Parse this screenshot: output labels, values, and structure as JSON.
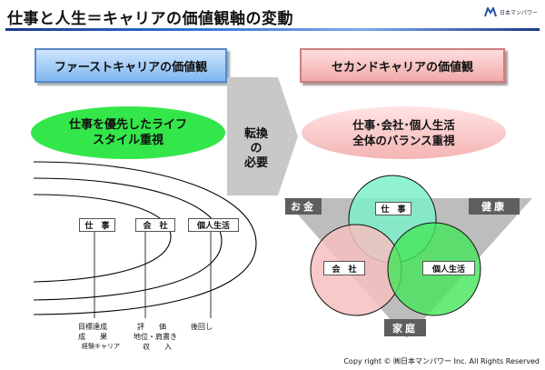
{
  "header": {
    "title": "仕事と人生＝キャリアの価値観軸の変動",
    "logo_text": "日本マンパワー"
  },
  "left": {
    "banner": "ファーストキャリアの価値観",
    "oval_line1": "仕事を優先したライフ",
    "oval_line2": "スタイル重視",
    "boxes": [
      "仕　事",
      "会　社",
      "個人生活"
    ],
    "notes": {
      "col1_line1": "目標達成",
      "col1_line2": "成　　果",
      "col1_line3": "経験キャリア",
      "col2_line1": "評　　価",
      "col2_line2": "地位・肩書き",
      "col2_line3": "収　　入",
      "col3_line1": "後回し"
    }
  },
  "middle": {
    "line1": "転換",
    "line2": "の",
    "line3": "必要"
  },
  "right": {
    "banner": "セカンドキャリアの価値観",
    "oval_line1": "仕事･会社･個人生活",
    "oval_line2": "全体のバランス重視",
    "venn": {
      "top": "仕　事",
      "left": "会　社",
      "right": "個人生活"
    },
    "corners": {
      "money": "お金",
      "health": "健康",
      "family": "家庭"
    }
  },
  "footer": {
    "copyright": "Copy right © ㈱日本マンパワー Inc. All Rights Reserved"
  },
  "colors": {
    "green": "#33e64a",
    "pink": "#f4b4b4",
    "blue_banner": "#7fb7ef",
    "gray": "#5e5e5e"
  }
}
